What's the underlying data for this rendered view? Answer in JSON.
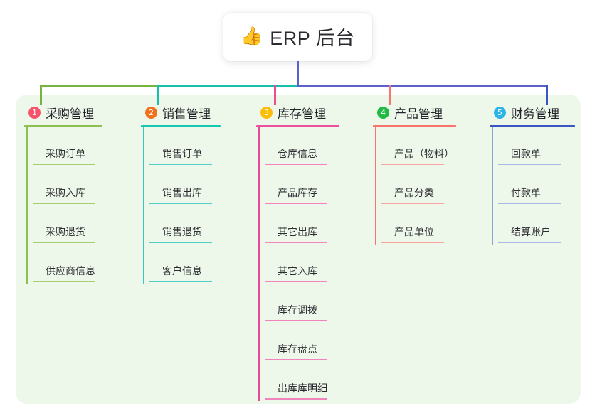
{
  "root": {
    "emoji": "👍",
    "emoji_name": "thumbs-up-icon",
    "title": "ERP 后台"
  },
  "palette": {
    "panel_bg": "#eef8ea",
    "page_bg": "#ffffff",
    "trunk": "#5b5fd0",
    "bus_green": "#77b33f",
    "bus_teal": "#16bfa8",
    "bus_blue": "#5b5fd0"
  },
  "columns": [
    {
      "index": "1",
      "title": "采购管理",
      "badge_color": "#f8536c",
      "rule_color": "#8cc152",
      "spine_color": "#8cc152",
      "leaf_rule_color": "#a5d071",
      "drop_color": "#77b33f",
      "items": [
        {
          "label": "采购订单"
        },
        {
          "label": "采购入库"
        },
        {
          "label": "采购退货"
        },
        {
          "label": "供应商信息"
        }
      ]
    },
    {
      "index": "2",
      "title": "销售管理",
      "badge_color": "#f2711c",
      "rule_color": "#16c8b4",
      "spine_color": "#38c9bd",
      "leaf_rule_color": "#52cfc5",
      "drop_color": "#16bfa8",
      "items": [
        {
          "label": "销售订单"
        },
        {
          "label": "销售出库"
        },
        {
          "label": "销售退货"
        },
        {
          "label": "客户信息"
        }
      ]
    },
    {
      "index": "3",
      "title": "库存管理",
      "badge_color": "#fbbd08",
      "rule_color": "#ec4f9b",
      "spine_color": "#e8499a",
      "leaf_rule_color": "#ef85bb",
      "drop_color": "#ee4e8f",
      "items": [
        {
          "label": "仓库信息"
        },
        {
          "label": "产品库存"
        },
        {
          "label": "其它出库"
        },
        {
          "label": "其它入库"
        },
        {
          "label": "库存调拨"
        },
        {
          "label": "库存盘点"
        },
        {
          "label": "出库库明细"
        }
      ]
    },
    {
      "index": "4",
      "title": "产品管理",
      "badge_color": "#21ba45",
      "rule_color": "#f8736b",
      "spine_color": "#f8736b",
      "leaf_rule_color": "#f9a39d",
      "drop_color": "#f8766d",
      "items": [
        {
          "label": "产品（物料）"
        },
        {
          "label": "产品分类"
        },
        {
          "label": "产品单位"
        }
      ]
    },
    {
      "index": "5",
      "title": "财务管理",
      "badge_color": "#2cb3e8",
      "rule_color": "#3a55c4",
      "spine_color": "#8fa4dd",
      "leaf_rule_color": "#a8b9e4",
      "drop_color": "#3a55c4",
      "items": [
        {
          "label": "回款单"
        },
        {
          "label": "付款单"
        },
        {
          "label": "结算账户"
        }
      ]
    }
  ]
}
